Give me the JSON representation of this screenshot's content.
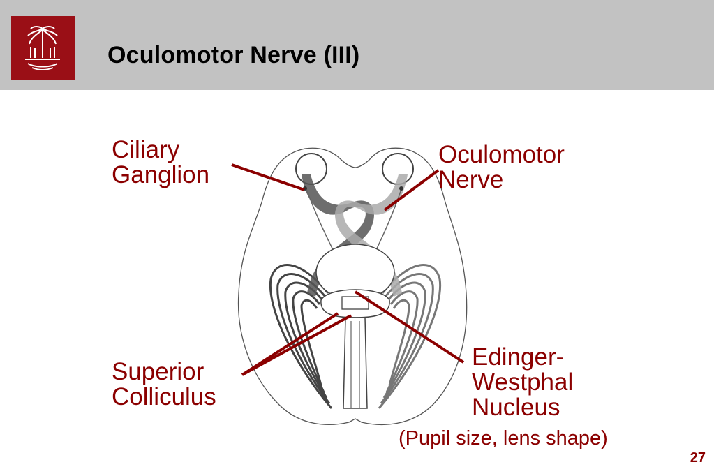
{
  "header": {
    "title": "Oculomotor Nerve (III)"
  },
  "labels": {
    "ciliary": [
      "Ciliary",
      "Ganglion"
    ],
    "oculomotor": [
      "Oculomotor",
      "Nerve"
    ],
    "superior": [
      "Superior",
      "Colliculus"
    ],
    "edinger": [
      "Edinger-",
      "Westphal",
      "Nucleus"
    ],
    "edinger_note": "(Pupil size, lens shape)"
  },
  "footer": {
    "page_number": "27"
  },
  "colors": {
    "header_bg": "#c2c2c2",
    "logo_bg": "#9a0f16",
    "label": "#8b0000"
  },
  "icons": {
    "logo": "palmetto-tree-seal-icon"
  }
}
